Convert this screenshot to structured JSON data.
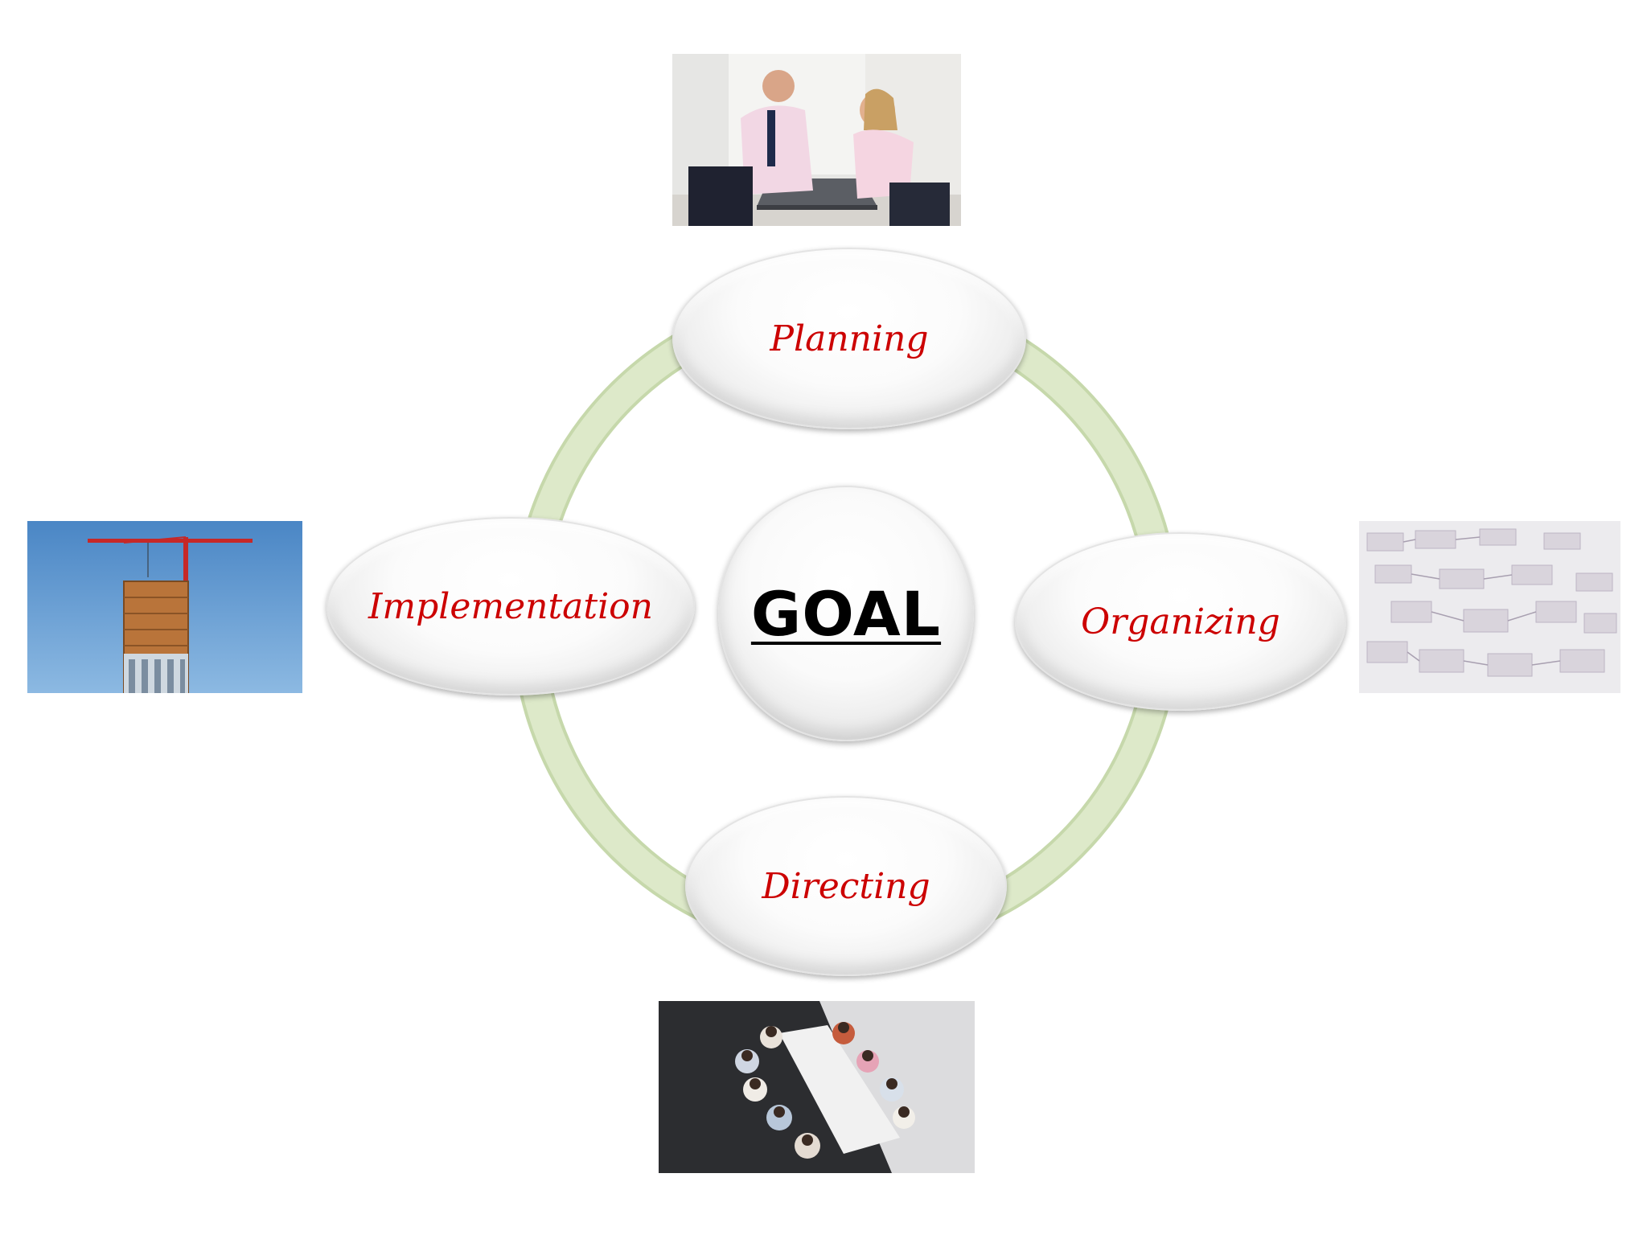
{
  "center": {
    "label": "GOAL"
  },
  "stages": {
    "planning": "Planning",
    "organizing": "Organizing",
    "directing": "Directing",
    "implementation": "Implementation"
  },
  "colors": {
    "ring": "#d5e4bf",
    "ring_edge": "#c2d6a6",
    "stage_text": "#cc0000",
    "goal_text": "#000000"
  },
  "photos": {
    "planning": "two-people-at-laptop-photo",
    "organizing": "flowchart-document-photo",
    "directing": "team-meeting-table-photo",
    "implementation": "building-under-construction-photo"
  }
}
